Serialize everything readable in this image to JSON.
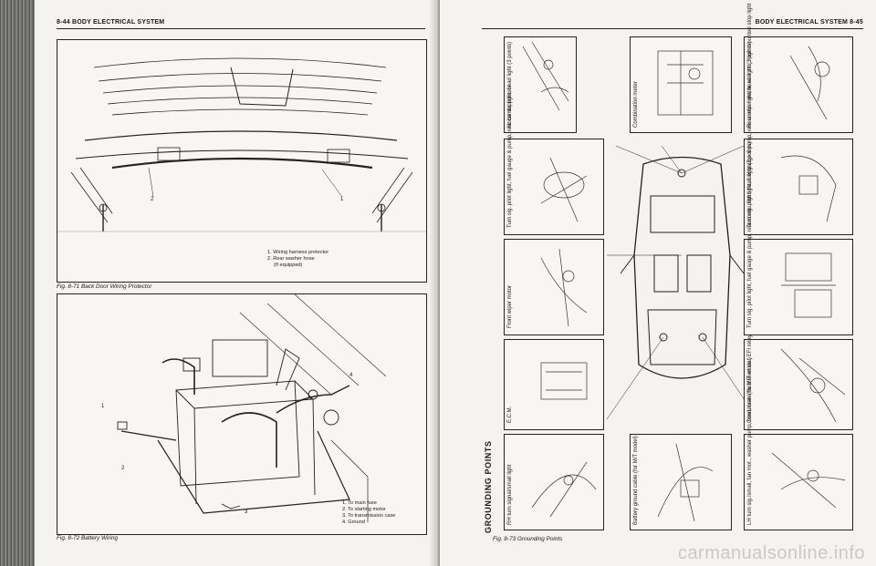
{
  "left_page": {
    "header": "8-44 BODY ELECTRICAL SYSTEM",
    "fig71": {
      "caption": "Fig. 8-71 Back Door Wiring Protector",
      "legend": [
        "1. Wiring harness protector",
        "2. Rear washer hose",
        "(If equipped)"
      ],
      "callouts": [
        "1",
        "2"
      ]
    },
    "fig72": {
      "caption": "Fig. 8-72 Battery Wiring",
      "legend": [
        "1. To main fuse",
        "2. To starting motor",
        "3. To transmission case",
        "4. Ground"
      ],
      "callouts": [
        "1",
        "2",
        "3",
        "4"
      ]
    }
  },
  "right_page": {
    "header": "BODY ELECTRICAL SYSTEM 8-45",
    "section_title": "GROUNDING POINTS",
    "caption": "Fig. 8-73 Grounding Points",
    "boxes": [
      {
        "label": "Noise suppressor"
      },
      {
        "label": "Combination meter"
      },
      {
        "label": "Rear wiper motor, rear std., high mounted stop light"
      },
      {
        "label": "Turn sig. pilot light, fuel gauge & pump, rear combi. light, head light (3 points)"
      },
      {
        "label": "Turn sig. pilot light, fuel gauge & pump, rear combi. light, head light (3 points)"
      },
      {
        "label": "Front wiper motor"
      },
      {
        "label": "Turn sig. pilot light, fuel gauge & pump, rear combi. light, head light (3 points)"
      },
      {
        "label": "E.C.M."
      },
      {
        "label": "Condenser (for M/T model)"
      },
      {
        "label": "RH turn signal/small light"
      },
      {
        "label": "Battery ground cable (for M/T model)"
      },
      {
        "label": "LH turn sig./small, fan mot., washer pump, horn, brake fluid level sw., EFI relay"
      }
    ]
  },
  "watermark": "carmanualsonline.info"
}
